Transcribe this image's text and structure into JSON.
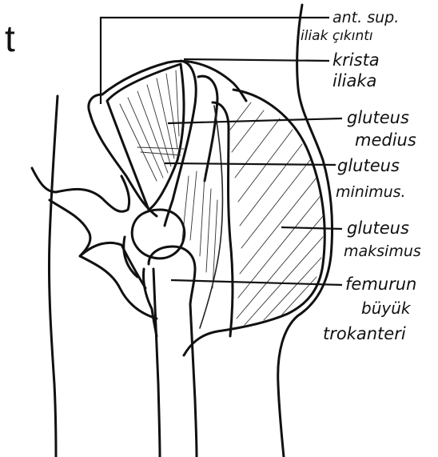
{
  "corner_letter": "t",
  "labels": {
    "asis_line1": "ant. sup.",
    "asis_line2": "iliak çıkıntı",
    "crista_line1": "krista",
    "crista_line2": "iliaka",
    "med_line1": "gluteus",
    "med_line2": "medius",
    "min_line1": "gluteus",
    "min_line2": "minimus.",
    "max_line1": "gluteus",
    "max_line2": "maksimus",
    "troch_line1": "femurun",
    "troch_line2": "büyük",
    "troch_line3": "trokanteri"
  }
}
